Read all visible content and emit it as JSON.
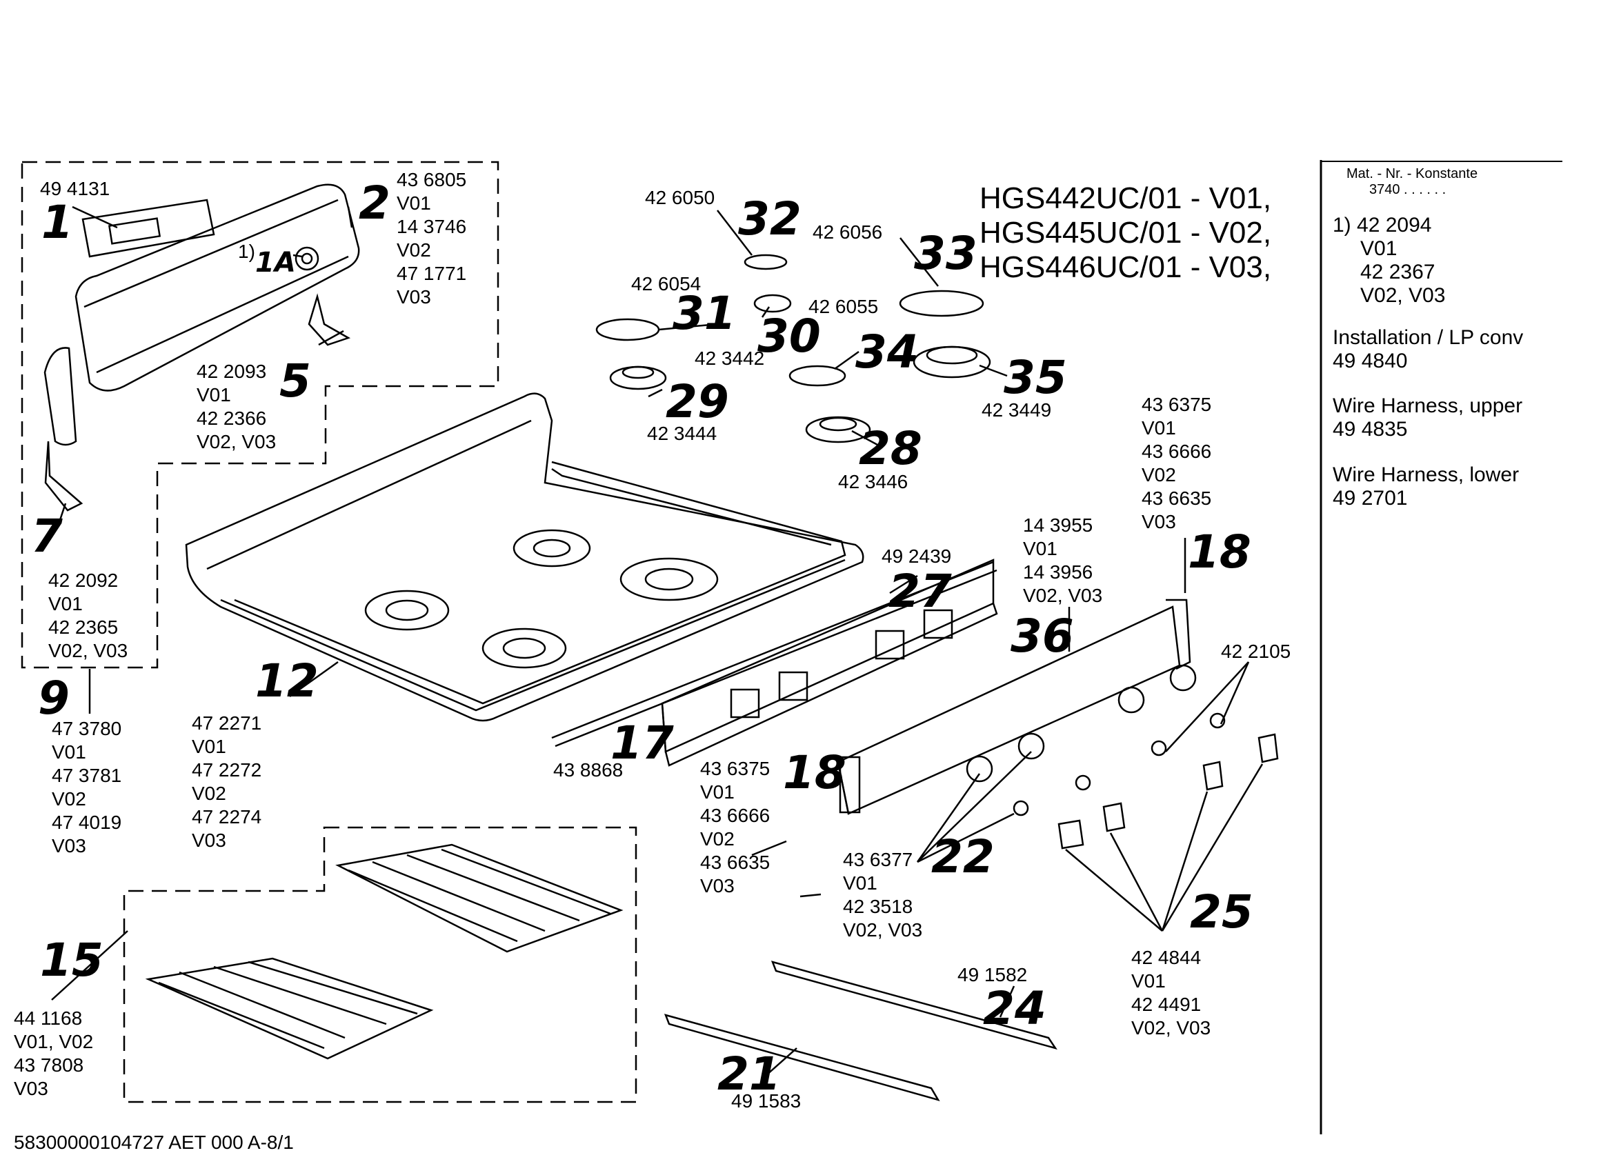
{
  "models": [
    "HGS442UC/01 - V01,",
    "HGS445UC/01 - V02,",
    "HGS446UC/01 - V03,"
  ],
  "sidebar": {
    "header_line1": "Mat. - Nr. - Konstante",
    "header_line2": "3740 . . . . . .",
    "entries": [
      {
        "lines": [
          "1) 42 2094",
          "V01",
          "42 2367",
          "V02, V03"
        ]
      },
      {
        "lines": [
          "Installation / LP conv",
          "49 4840"
        ]
      },
      {
        "lines": [
          "Wire Harness, upper",
          "49 4835"
        ]
      },
      {
        "lines": [
          "Wire Harness, lower",
          "49 2701"
        ]
      }
    ]
  },
  "callouts": {
    "c1": "1",
    "c1a": "1A",
    "c1a_ref": "1)",
    "c2": "2",
    "c5": "5",
    "c7": "7",
    "c9": "9",
    "c12": "12",
    "c15": "15",
    "c17": "17",
    "c18a": "18",
    "c18b": "18",
    "c21": "21",
    "c22": "22",
    "c24": "24",
    "c25": "25",
    "c27": "27",
    "c28": "28",
    "c29": "29",
    "c30": "30",
    "c31": "31",
    "c32": "32",
    "c33": "33",
    "c34": "34",
    "c35": "35",
    "c36": "36"
  },
  "parts": {
    "p1": [
      "49 4131"
    ],
    "p2": [
      "43 6805",
      "V01",
      "14 3746",
      "V02",
      "47 1771",
      "V03"
    ],
    "p5": [
      "42 2093",
      "V01",
      "42 2366",
      "V02, V03"
    ],
    "p7": [
      "42 2092",
      "V01",
      "42 2365",
      "V02, V03"
    ],
    "p9": [
      "47 3780",
      "V01",
      "47 3781",
      "V02",
      "47 4019",
      "V03"
    ],
    "p12": [
      "47 2271",
      "V01",
      "47 2272",
      "V02",
      "47 2274",
      "V03"
    ],
    "p15": [
      "44 1168",
      "V01, V02",
      "43 7808",
      "V03"
    ],
    "p17": [
      "43 8868"
    ],
    "p18left": [
      "43 6375",
      "V01",
      "43 6666",
      "V02",
      "43 6635",
      "V03"
    ],
    "p18right": [
      "43 6375",
      "V01",
      "43 6666",
      "V02",
      "43 6635",
      "V03"
    ],
    "p21": [
      "49 1583"
    ],
    "p22": [
      "43 6377",
      "V01",
      "42 3518",
      "V02, V03"
    ],
    "p24": [
      "49 1582"
    ],
    "p25": [
      "42 4844",
      "V01",
      "42 4491",
      "V02, V03"
    ],
    "p27": [
      "49 2439"
    ],
    "p28": [
      "42 3446"
    ],
    "p29": [
      "42 3444"
    ],
    "p30": [
      "42 3442"
    ],
    "p31": [
      "42 6054"
    ],
    "p32": [
      "42 6050"
    ],
    "p33": [
      "42 6056"
    ],
    "p34": [
      "42 6055"
    ],
    "p35": [
      "42 3449"
    ],
    "p36": [
      "14 3955",
      "V01",
      "14 3956",
      "V02, V03"
    ],
    "p42_2105": [
      "42 2105"
    ]
  },
  "footer": "58300000104727 AET 000 A-8/1"
}
